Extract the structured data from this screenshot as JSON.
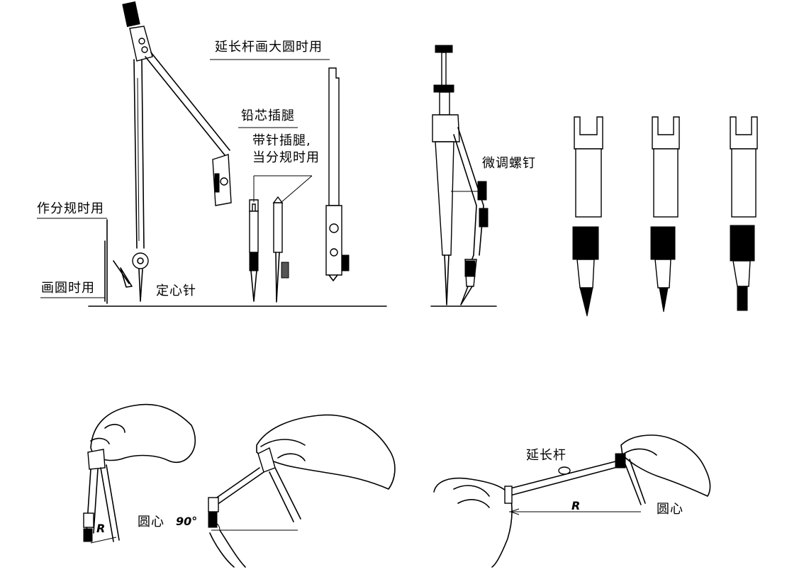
{
  "labels": {
    "extension_bar_large_circle": "延长杆画大圆时用",
    "lead_insert_leg": "铅芯插腿",
    "needle_insert_leg_1": "带针插腿,",
    "needle_insert_leg_2": "当分规时用",
    "as_divider": "作分规时用",
    "drawing_circle": "画圆时用",
    "center_needle": "定心针",
    "fine_adjust_screw": "微调螺钉",
    "extension_bar": "延长杆",
    "center_1": "圆心",
    "center_2": "圆心",
    "angle": "90°",
    "radius_1": "R",
    "radius_2": "R"
  }
}
